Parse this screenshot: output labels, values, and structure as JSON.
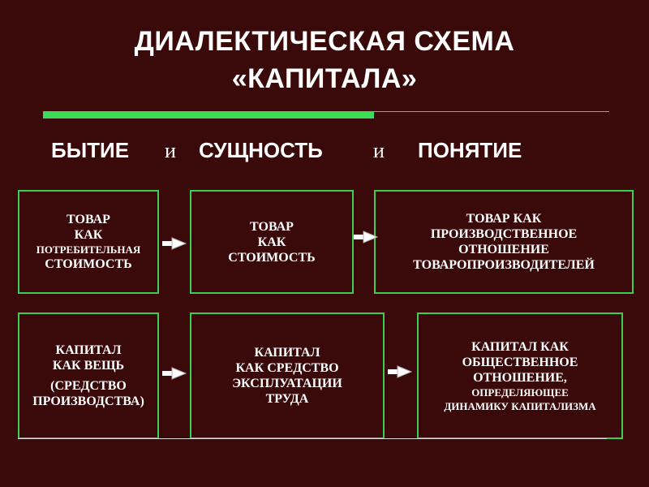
{
  "title": {
    "line1": "ДИАЛЕКТИЧЕСКАЯ СХЕМА",
    "line2": "«КАПИТАЛА»"
  },
  "categories": {
    "being": "БЫТИЕ",
    "and1": "и",
    "essence": "СУЩНОСТЬ",
    "and2": "и",
    "notion": "ПОНЯТИЕ"
  },
  "row1": {
    "box1": [
      "ТОВАР",
      "КАК",
      "ПОТРЕБИТЕЛЬНАЯ",
      "СТОИМОСТЬ"
    ],
    "box2": [
      "ТОВАР",
      "КАК",
      "СТОИМОСТЬ"
    ],
    "box3": [
      "ТОВАР  КАК",
      "ПРОИЗВОДСТВЕННОЕ",
      "ОТНОШЕНИЕ",
      "ТОВАРОПРОИЗВОДИТЕЛЕЙ"
    ]
  },
  "row2": {
    "box1": [
      "КАПИТАЛ",
      "КАК ВЕЩЬ",
      "(СРЕДСТВО",
      "ПРОИЗВОДСТВА)"
    ],
    "box2": [
      "КАПИТАЛ",
      "КАК СРЕДСТВО",
      "ЭКСПЛУАТАЦИИ",
      "ТРУДА"
    ],
    "box3": [
      "КАПИТАЛ  КАК",
      "ОБЩЕСТВЕННОЕ",
      "ОТНОШЕНИЕ,",
      "ОПРЕДЕЛЯЮЩЕЕ",
      "ДИНАМИКУ КАПИТАЛИЗМА"
    ]
  },
  "colors": {
    "background": "#3a0a0a",
    "accent_green": "#3ddc57",
    "text": "#ffffff"
  }
}
